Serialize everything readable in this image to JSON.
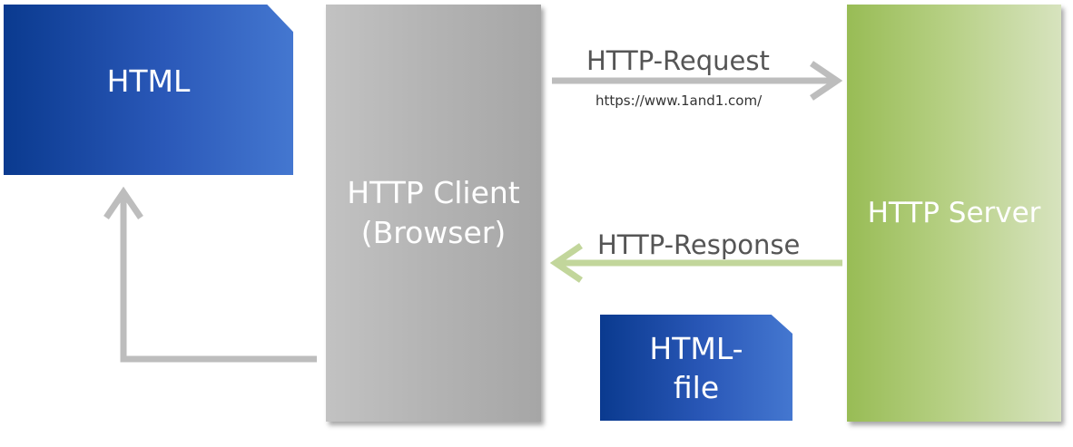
{
  "boxes": {
    "html": "HTML",
    "client_line1": "HTTP Client",
    "client_line2": "(Browser)",
    "server": "HTTP Server",
    "file_line1": "HTML-",
    "file_line2": "file"
  },
  "arrows": {
    "request_label": "HTTP-Request",
    "request_url": "https://www.1and1.com/",
    "response_label": "HTTP-Response"
  },
  "colors": {
    "blue_dark": "#0a3a8f",
    "blue_light": "#4477d0",
    "gray": "#b3b3b3",
    "green": "#98bc55",
    "arrow_gray": "#bdbdbd",
    "arrow_green": "#c2d69b"
  }
}
